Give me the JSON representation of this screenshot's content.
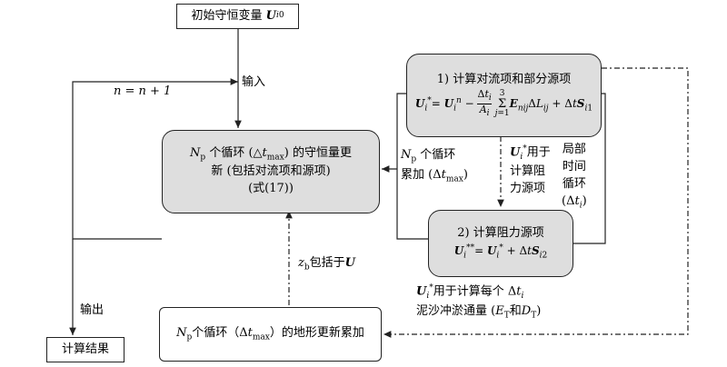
{
  "nodes": {
    "initial": {
      "text": "初始守恒变量"
    },
    "main": {
      "line1_mid": "个循环 (△",
      "line1_end": ") 的守恒量更",
      "line2": "新 (包括对流项和源项)",
      "line3": "(式(17))"
    },
    "step1": {
      "title": "1) 计算对流项和部分源项"
    },
    "step2": {
      "title": "2) 计算阻力源项"
    },
    "terrain": {
      "mid": "个循环（Δ",
      "end": "）的地形更新累加"
    },
    "result": {
      "text": "计算结果"
    }
  },
  "labels": {
    "input": "输入",
    "output": "输出",
    "n_update": "n = n + 1",
    "np_cycles": "个循环",
    "accumulate": "累加 (Δ",
    "used_for_1": "用于",
    "used_for_2": "计算阻",
    "used_for_3": "力源项",
    "local_1": "局部",
    "local_2": "时间",
    "local_3": "循环",
    "zb_includes": "包括于",
    "sed_line1": "用于计算每个 Δ",
    "sed_line2": "泥沙冲淤通量 (",
    "sed_and": "和"
  }
}
